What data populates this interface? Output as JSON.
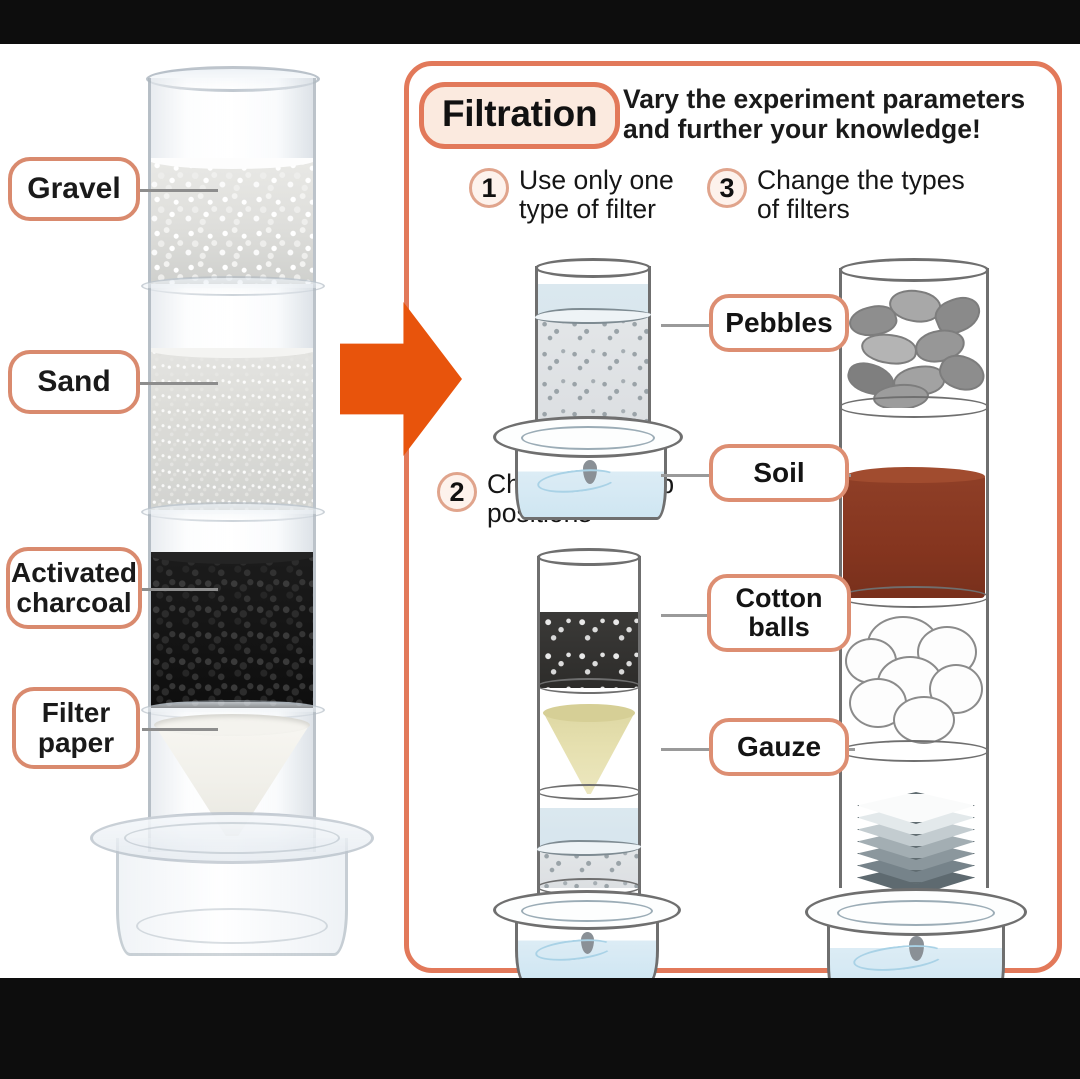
{
  "panel": {
    "title": "Filtration",
    "subtitle": "Vary the experiment parameters and further your knowledge!",
    "steps": [
      {
        "num": "1",
        "text": "Use only one type of filter"
      },
      {
        "num": "2",
        "text": "Change the cup positions"
      },
      {
        "num": "3",
        "text": "Change the types of filters"
      }
    ]
  },
  "photo_labels": [
    {
      "id": "gravel",
      "text": "Gravel"
    },
    {
      "id": "sand",
      "text": "Sand"
    },
    {
      "id": "charcoal",
      "text": "Activated charcoal"
    },
    {
      "id": "paper",
      "text": "Filter paper"
    }
  ],
  "column_labels": [
    {
      "id": "pebbles",
      "text": "Pebbles"
    },
    {
      "id": "soil",
      "text": "Soil"
    },
    {
      "id": "cotton",
      "text": "Cotton balls"
    },
    {
      "id": "gauze",
      "text": "Gauze"
    }
  ],
  "icons": {
    "arrow": "right-arrow-icon",
    "droplet": "water-droplet-icon"
  },
  "colors": {
    "accent_border": "#e2795a",
    "title_fill": "#fbeadf",
    "arrow_orange": "#e8540c",
    "soil_brown": "#85351f",
    "pebble_grey": "#9a9a9a",
    "water_blue": "#cfe6f2",
    "letterbox": "#0d0d0d"
  }
}
